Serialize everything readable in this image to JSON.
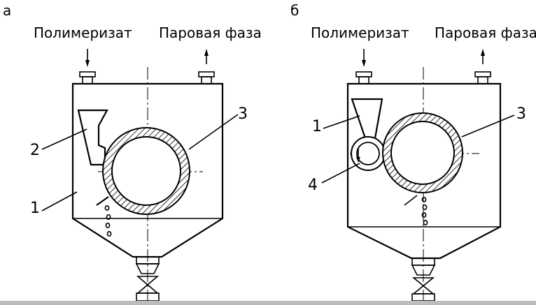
{
  "panel_a": {
    "letter": "а",
    "inlet_label": "Полимеризат",
    "outlet_label": "Паровая фаза",
    "callouts": [
      "1",
      "2",
      "3"
    ]
  },
  "panel_b": {
    "letter": "б",
    "inlet_label": "Полимеризат",
    "outlet_label": "Паровая фаза",
    "callouts": [
      "1",
      "3",
      "4"
    ]
  }
}
